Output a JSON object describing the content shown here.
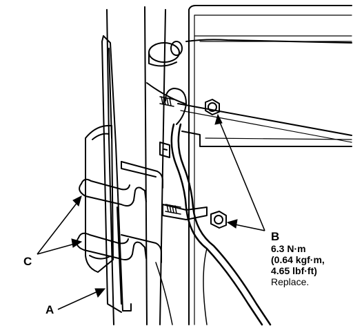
{
  "labels": {
    "a": "A",
    "b": "B",
    "c": "C"
  },
  "spec": {
    "torque": "6.3 N·m",
    "kgf_line": "(0.64 kgf·m,",
    "lbf_line": "4.65 lbf·ft)",
    "note": "Replace."
  },
  "colors": {
    "ink": "#000000",
    "paper": "#ffffff"
  }
}
